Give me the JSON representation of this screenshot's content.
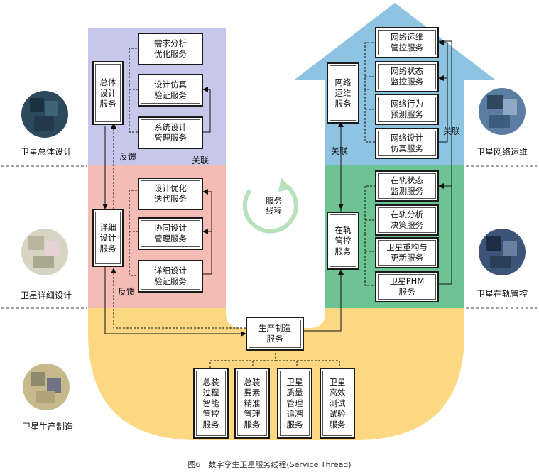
{
  "colors": {
    "top_left": "#c6c7ea",
    "top_right": "#8ec4e2",
    "mid_left": "#f3bcb5",
    "mid_right": "#6ec395",
    "bottom": "#fcd883",
    "cycle": "#b8e2bc"
  },
  "side_labels": {
    "overall": "卫星总体设计",
    "detail": "卫星详细设计",
    "production": "卫星生产制造",
    "network": "卫星网络运维",
    "orbit": "卫星在轨管控"
  },
  "center": {
    "cycle_label": "服务\n线程"
  },
  "edge_labels": {
    "feedback_top": "反馈",
    "feedback_bottom": "反馈",
    "association_left": "关联",
    "association_right_mid": "关联",
    "association_right_top": "关联"
  },
  "boxes": {
    "overall_design": "总体\n设计\n服务",
    "req_analysis": "需求分析\n优化服务",
    "design_sim": "设计仿真\n验证服务",
    "sys_design": "系统设计\n管理服务",
    "detail_design": "详细\n设计\n服务",
    "design_opt": "设计优化\n迭代服务",
    "collab_design": "协同设计\n管理服务",
    "detail_verify": "详细设计\n验证服务",
    "production": "生产制造\n服务",
    "assembly_ctrl": "总装\n过程\n智能\n管控\n服务",
    "assembly_elem": "总装\n要素\n精准\n管理\n服务",
    "quality_trace": "卫星\n质量\n管理\n追溯\n服务",
    "test_service": "卫星\n高效\n测试\n试验\n服务",
    "net_ops": "网络\n运维\n服务",
    "net_ops_ctrl": "网络运维\n管控服务",
    "net_status": "网络状态\n监控服务",
    "net_behavior": "网络行为\n预测服务",
    "net_design_sim": "网络设计\n仿真服务",
    "orbit_ctrl": "在轨\n管控\n服务",
    "orbit_status": "在轨状态\n监测服务",
    "orbit_analysis": "在轨分析\n决策服务",
    "reconfig": "卫星重构与\n更新服务",
    "phm": "卫星PHM\n服务"
  },
  "caption": "图6　数字孪生卫星服务线程(Service Thread)"
}
